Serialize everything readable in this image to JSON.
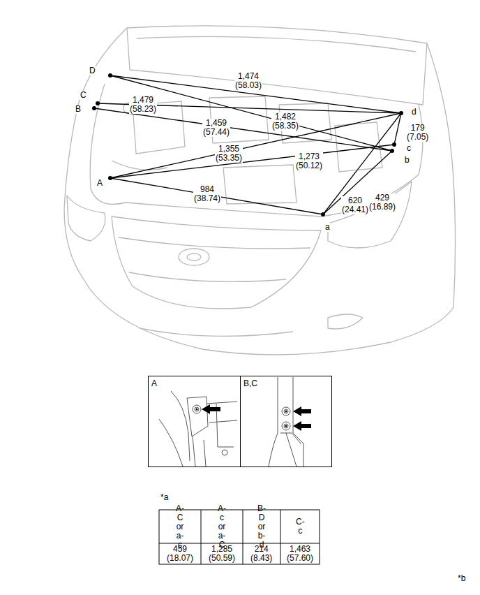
{
  "diagram": {
    "nodes": [
      {
        "text": [
          "A"
        ]
      },
      {
        "text": [
          "B,C"
        ]
      }
    ],
    "labels": [
      "D",
      "C",
      "B",
      "A",
      "a",
      "b",
      "c",
      "d",
      "1,474 (58.03)",
      "1,479 (58.23)",
      "1,482 (58.35)",
      "1,459 (57.44)",
      "179 (7.05)",
      "1,355 (53.35)",
      "1,273 (50.12)",
      "620 (24.41)",
      "429 (16.89)",
      "984 (38.74)",
      "*a",
      "A-C or a-c",
      "A-c or a-C",
      "B-D or b-d",
      "C-c",
      "459 (18.07)",
      "1,285 (50.59)",
      "214 (8.43)",
      "1,463 (57.60)",
      "*b"
    ]
  }
}
